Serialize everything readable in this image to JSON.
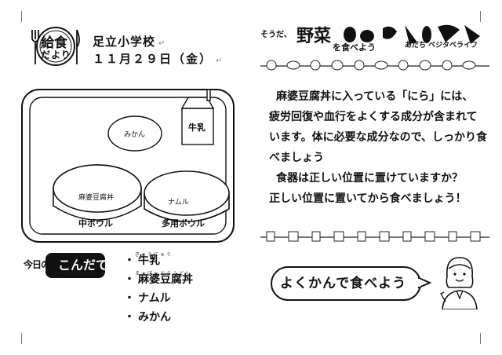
{
  "header": {
    "logo_line1": "給食",
    "logo_line2": "だより",
    "school_name": "足立小学校",
    "date": "１１月２９日（金）",
    "return_mark": "↵"
  },
  "tray": {
    "milk_label": "牛乳",
    "mikan_label": "みかん",
    "mabo_label": "麻婆豆腐丼",
    "namul_label": "ナムル",
    "medium_bowl": "中ボウル",
    "multi_bowl": "多用ボウル"
  },
  "today_menu": {
    "logo_text": "今日のこんだて",
    "items": [
      {
        "name": "牛乳",
        "ruby": "ぎゅうにゅう"
      },
      {
        "name": "麻婆豆腐丼",
        "ruby": "まーぼーどうふどん"
      },
      {
        "name": "ナムル",
        "ruby": ""
      },
      {
        "name": "みかん",
        "ruby": ""
      }
    ]
  },
  "right_header": {
    "prefix": "そうだ、",
    "main": "野菜",
    "suffix": "を食べよう",
    "sub": "あだち ベジタベライフ"
  },
  "body": {
    "line1": "麻婆豆腐丼に入っている「にら」には、",
    "line2": "疲労回復や血行をよくする成分が含まれて",
    "line3": "います。体に必要な成分なので、しっかり食",
    "line4": "べましょう",
    "line5": "食器は正しい位置に置けていますか？",
    "line6": "正しい位置に置いてから食べましょう！"
  },
  "bubble": {
    "text": "よくかんで食べよう"
  },
  "colors": {
    "ink": "#111111",
    "line": "#333333",
    "light": "#d9d9d9"
  }
}
